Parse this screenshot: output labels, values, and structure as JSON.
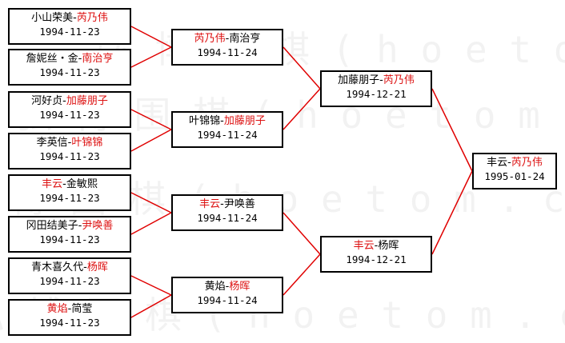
{
  "colors": {
    "line": "#e00000",
    "winner": "#dd1111",
    "box_border": "#000000",
    "text": "#000000"
  },
  "watermark": "弘 博 围 棋 ( h o e t o m . c o m )",
  "matches": [
    {
      "id": "r1-1",
      "p1": "小山荣美",
      "sep": "-",
      "p2": "芮乃伟",
      "winner": 2,
      "date": "1994-11-23"
    },
    {
      "id": "r1-2",
      "p1": "詹妮丝・金",
      "sep": "-",
      "p2": "南治亨",
      "winner": 2,
      "date": "1994-11-23"
    },
    {
      "id": "r1-3",
      "p1": "河好贞",
      "sep": "-",
      "p2": "加藤朋子",
      "winner": 2,
      "date": "1994-11-23"
    },
    {
      "id": "r1-4",
      "p1": "李英信",
      "sep": "-",
      "p2": "叶锦锦",
      "winner": 2,
      "date": "1994-11-23"
    },
    {
      "id": "r1-5",
      "p1": "丰云",
      "sep": "-",
      "p2": "金敏熙",
      "winner": 1,
      "date": "1994-11-23"
    },
    {
      "id": "r1-6",
      "p1": "冈田结美子",
      "sep": "-",
      "p2": "尹唤善",
      "winner": 2,
      "date": "1994-11-23"
    },
    {
      "id": "r1-7",
      "p1": "青木喜久代",
      "sep": "-",
      "p2": "杨晖",
      "winner": 2,
      "date": "1994-11-23"
    },
    {
      "id": "r1-8",
      "p1": "黄焰",
      "sep": "-",
      "p2": "简莹",
      "winner": 1,
      "date": "1994-11-23"
    },
    {
      "id": "r2-1",
      "p1": "芮乃伟",
      "sep": "-",
      "p2": "南治亨",
      "winner": 1,
      "date": "1994-11-24"
    },
    {
      "id": "r2-2",
      "p1": "叶锦锦",
      "sep": "-",
      "p2": "加藤朋子",
      "winner": 2,
      "date": "1994-11-24"
    },
    {
      "id": "r2-3",
      "p1": "丰云",
      "sep": "-",
      "p2": "尹唤善",
      "winner": 1,
      "date": "1994-11-24"
    },
    {
      "id": "r2-4",
      "p1": "黄焰",
      "sep": "-",
      "p2": "杨晖",
      "winner": 2,
      "date": "1994-11-24"
    },
    {
      "id": "r3-1",
      "p1": "加藤朋子",
      "sep": "-",
      "p2": "芮乃伟",
      "winner": 2,
      "date": "1994-12-21"
    },
    {
      "id": "r3-2",
      "p1": "丰云",
      "sep": "-",
      "p2": "杨晖",
      "winner": 1,
      "date": "1994-12-21"
    },
    {
      "id": "r4-1",
      "p1": "丰云",
      "sep": "-",
      "p2": "芮乃伟",
      "winner": 2,
      "date": "1995-01-24"
    }
  ]
}
